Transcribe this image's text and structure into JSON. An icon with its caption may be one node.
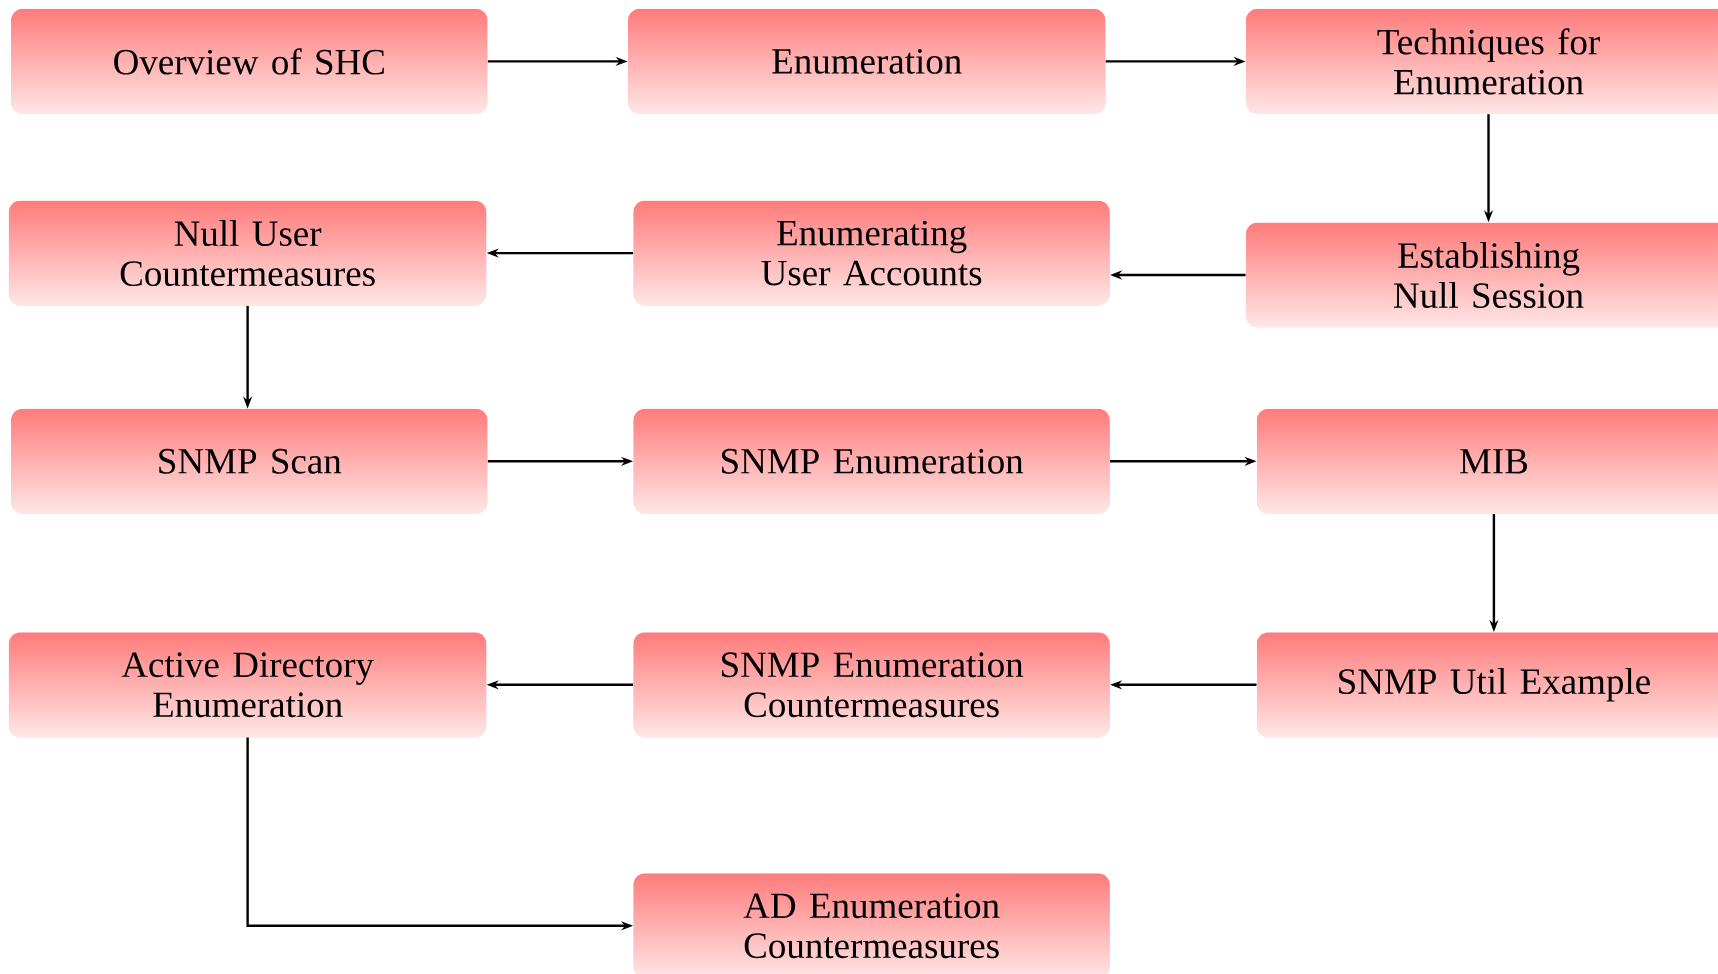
{
  "diagram": {
    "nodes": [
      {
        "text": [
          "Overview of SHC"
        ]
      },
      {
        "text": [
          "Enumeration"
        ]
      },
      {
        "text": [
          "Techniques for Enumeration"
        ]
      },
      {
        "text": [
          "Null User Countermeasures"
        ]
      },
      {
        "text": [
          "Enumerating User Accounts"
        ]
      },
      {
        "text": [
          "Establishing Null Session"
        ]
      },
      {
        "text": [
          "SNMP Scan"
        ]
      },
      {
        "text": [
          "SNMP Enumeration"
        ]
      },
      {
        "text": [
          "MIB"
        ]
      },
      {
        "text": [
          "Active Directory Enumeration"
        ]
      },
      {
        "text": [
          "SNMP Enumeration Countermeasures"
        ]
      },
      {
        "text": [
          "SNMP Util Example"
        ]
      },
      {
        "text": [
          "AD Enumeration Countermeasures"
        ]
      }
    ],
    "edges": [
      {
        "from": 0,
        "to": 1,
        "arrow": "to"
      },
      {
        "from": 1,
        "to": 2,
        "arrow": "to"
      },
      {
        "from": 2,
        "to": 5,
        "arrow": "to"
      },
      {
        "from": 5,
        "to": 4,
        "arrow": "to"
      },
      {
        "from": 4,
        "to": 3,
        "arrow": "to"
      },
      {
        "from": 3,
        "to": 6,
        "arrow": "to"
      },
      {
        "from": 6,
        "to": 7,
        "arrow": "to"
      },
      {
        "from": 7,
        "to": 8,
        "arrow": "to"
      },
      {
        "from": 8,
        "to": 11,
        "arrow": "to"
      },
      {
        "from": 11,
        "to": 10,
        "arrow": "to"
      },
      {
        "from": 10,
        "to": 9,
        "arrow": "to"
      },
      {
        "from": 9,
        "to": 12,
        "arrow": "to"
      }
    ]
  }
}
